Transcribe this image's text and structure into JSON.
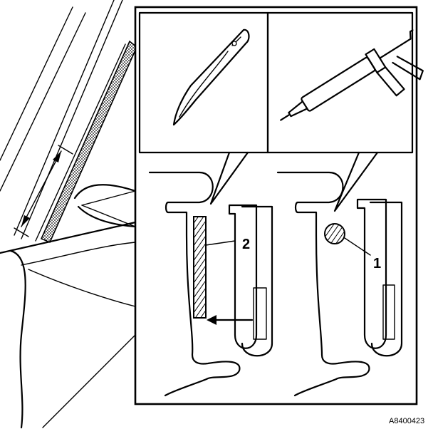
{
  "figure": {
    "callouts": {
      "one": "1",
      "two": "2"
    },
    "figure_code": "A8400423"
  },
  "icons": [
    "knife-icon",
    "caulking-gun-icon"
  ]
}
